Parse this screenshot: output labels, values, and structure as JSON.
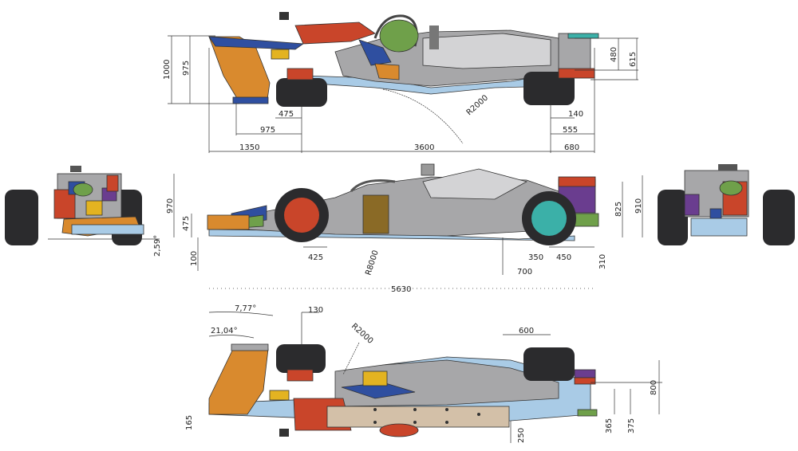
{
  "dimensions": {
    "top": {
      "d1000": "1000",
      "d975v": "975",
      "d475": "475",
      "d975h": "975",
      "d1350": "1350",
      "d3600": "3600",
      "r2000": "R2000",
      "d140": "140",
      "d555": "555",
      "d680": "680",
      "d480": "480",
      "d615": "615"
    },
    "side": {
      "d970": "970",
      "d475": "475",
      "d100": "100",
      "d425": "425",
      "r8000": "R8000",
      "d350": "350",
      "d450": "450",
      "d700": "700",
      "d310": "310",
      "d5630": "5630",
      "d825": "825",
      "d910": "910",
      "angle": "2,59°"
    },
    "bottom": {
      "angle1": "7,77°",
      "angle2": "21,04°",
      "d130": "130",
      "r2000": "R2000",
      "d600": "600",
      "d800": "800",
      "d365": "365",
      "d375": "375",
      "d250": "250",
      "d165": "165"
    }
  },
  "colors": {
    "tyre": "#2b2b2d",
    "orange": "#d98a2e",
    "red": "#c9452a",
    "blue": "#2f4fa0",
    "lightblue": "#a9cbe6",
    "grey": "#a7a7a9",
    "lightgrey": "#d3d3d5",
    "green": "#6fa04a",
    "purple": "#6a3d8f",
    "yellow": "#e3b321",
    "teal": "#3bb0a8",
    "olive": "#8a6a26"
  }
}
